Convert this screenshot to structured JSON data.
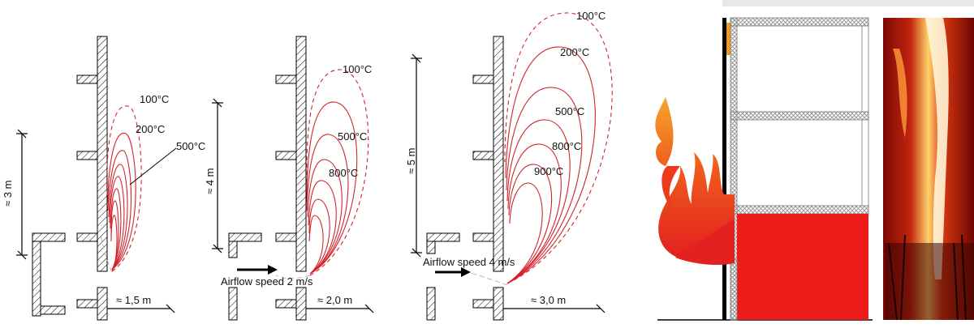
{
  "diagram_1": {
    "temps": [
      "100°C",
      "200°C",
      "500°C"
    ],
    "height": "≈ 3 m",
    "width": "≈ 1,5 m"
  },
  "diagram_2": {
    "temps": [
      "100°C",
      "500°C",
      "800°C"
    ],
    "height": "≈ 4 m",
    "width": "≈ 2,0 m",
    "airflow": "Airflow speed 2 m/s"
  },
  "diagram_3": {
    "temps": [
      "100°C",
      "200°C",
      "500°C",
      "800°C",
      "900°C"
    ],
    "height": "≈ 5 m",
    "width": "≈ 3,0 m",
    "airflow": "Airflow speed 4 m/s"
  },
  "colors": {
    "plume": "#d2232a",
    "flame_outer": "#e8251f",
    "flame_inner": "#f39a1d",
    "insulation_hatch": "#9a9a9a",
    "facade_fill": "#ee1b1b"
  }
}
